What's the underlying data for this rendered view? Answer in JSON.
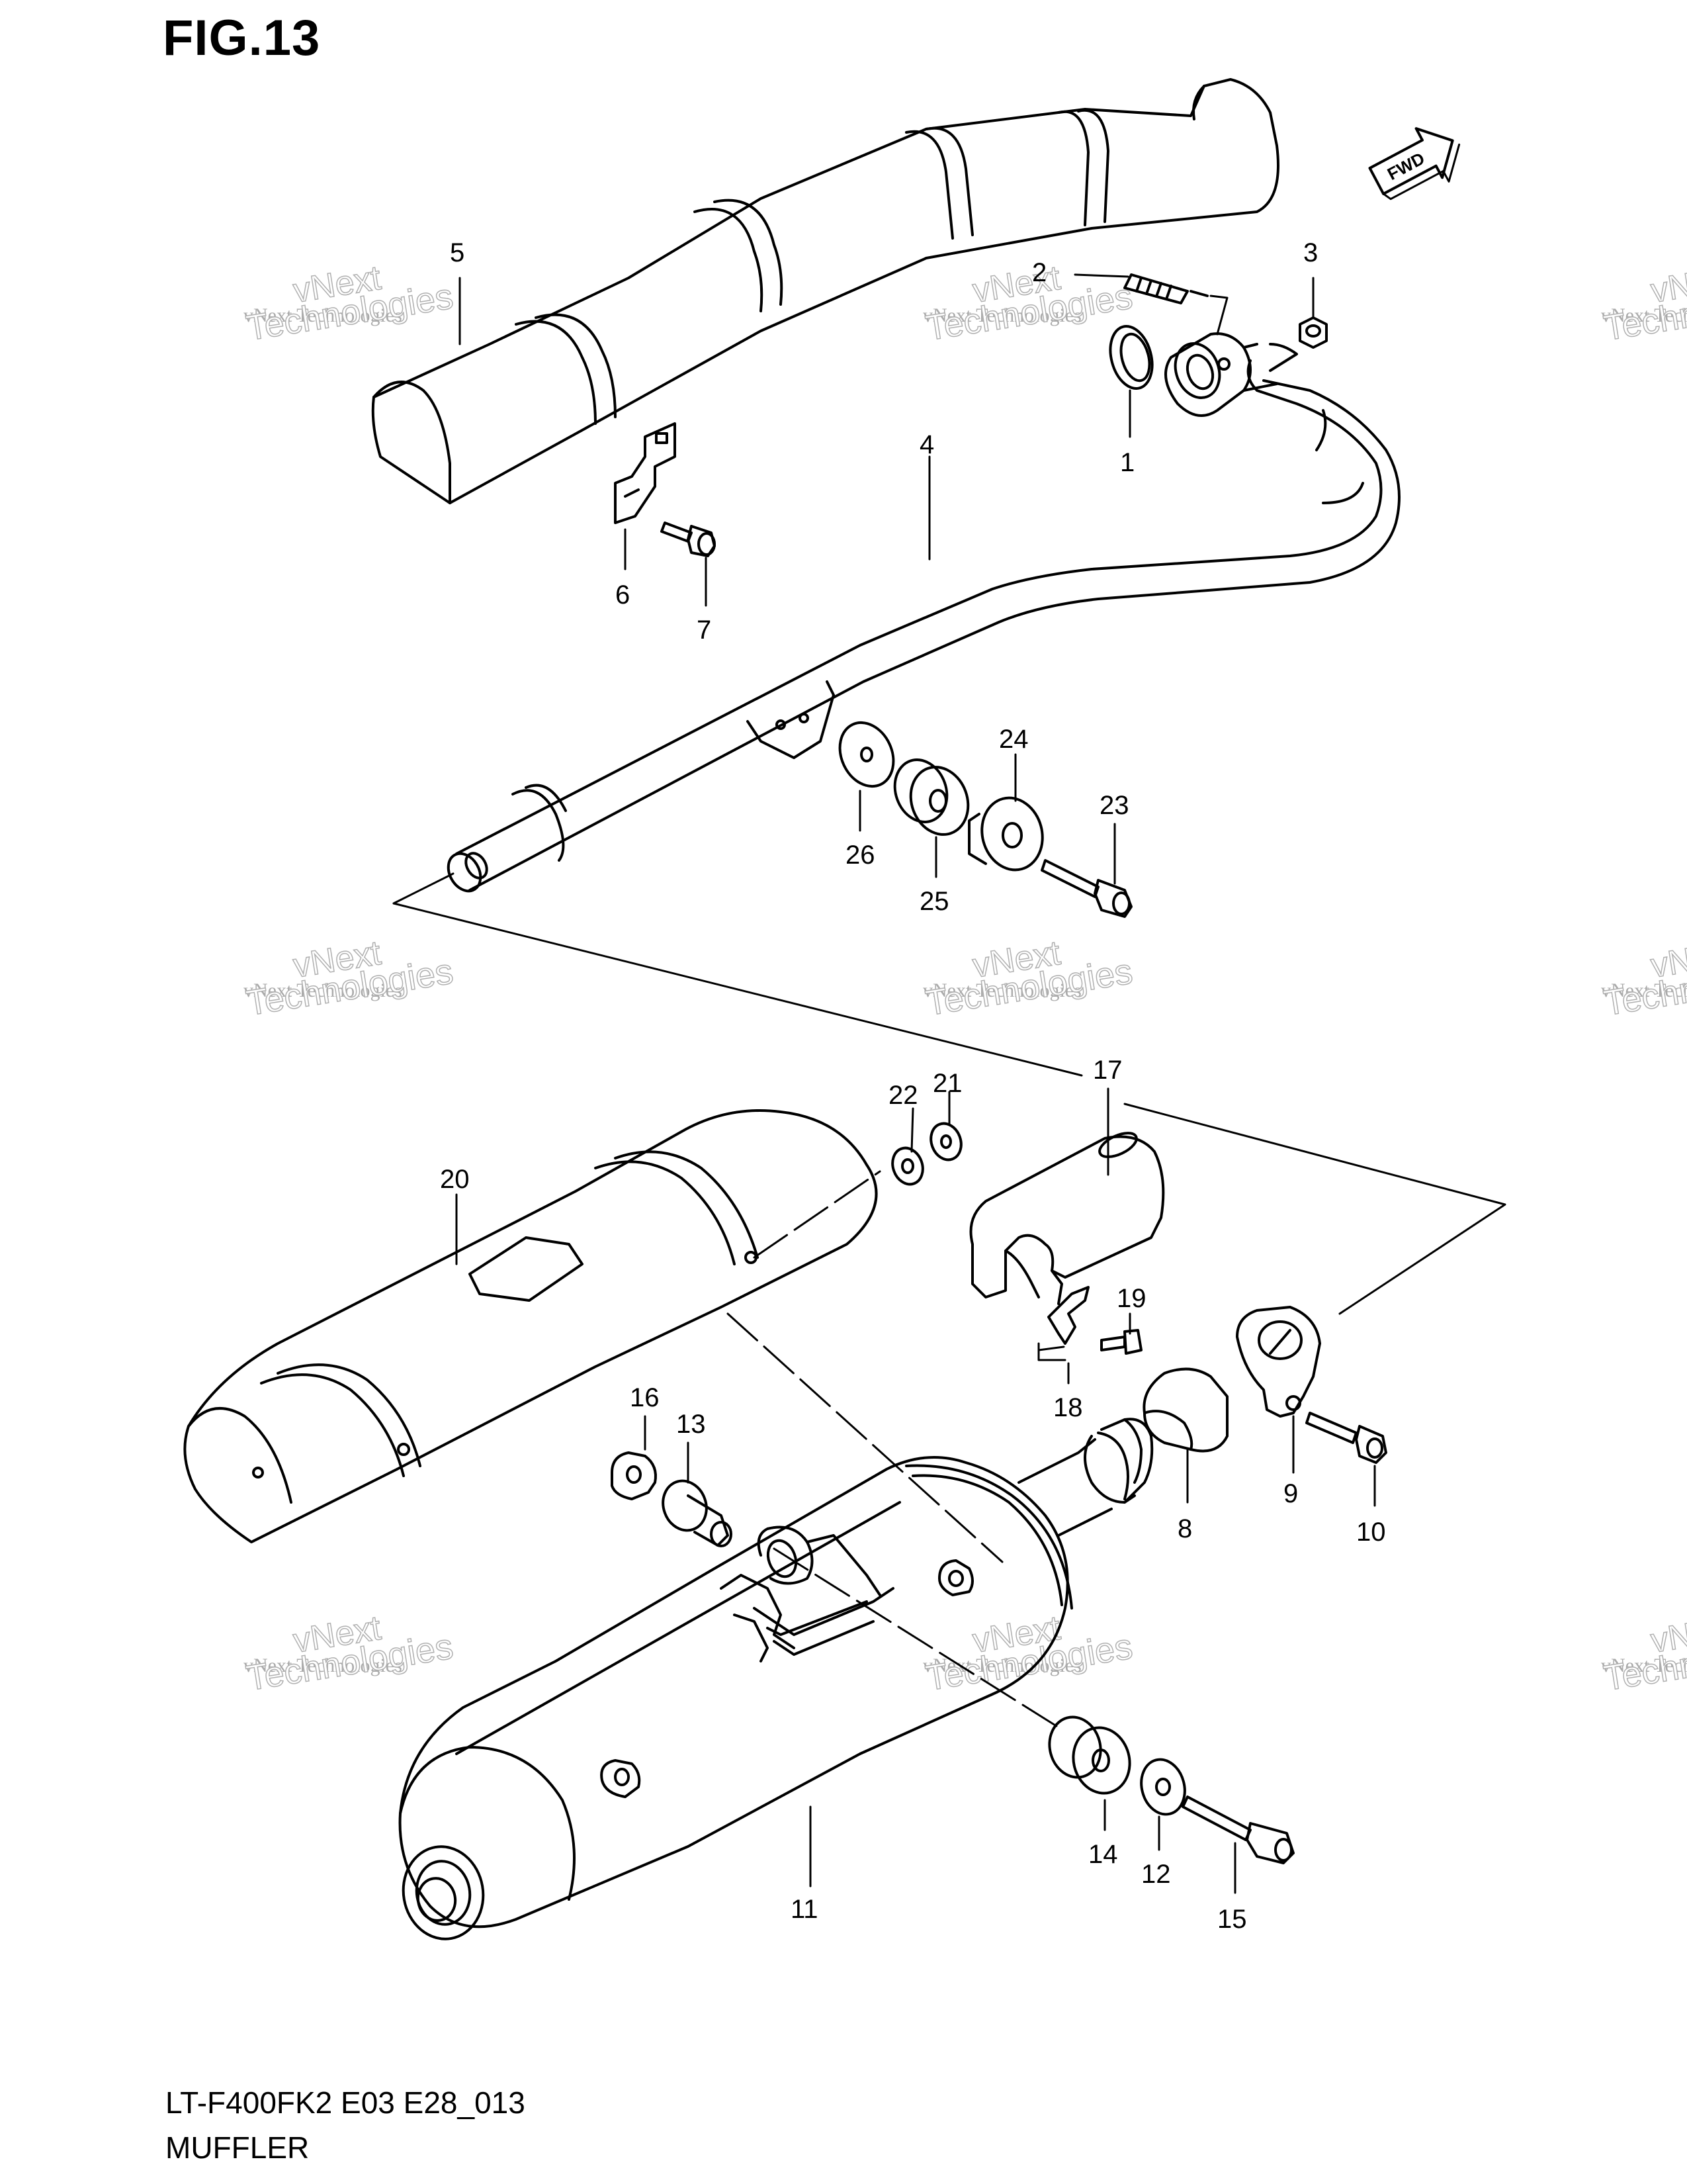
{
  "figure": {
    "title": "FIG.13",
    "model_code": "LT-F400FK2 E03 E28_013",
    "name": "MUFFLER",
    "fwd_label": "FWD"
  },
  "watermark": {
    "line1": "vNext Technologies",
    "line2": "Technologies",
    "line0": "vNext"
  },
  "callouts": [
    "1",
    "2",
    "3",
    "4",
    "5",
    "6",
    "7",
    "8",
    "9",
    "10",
    "11",
    "12",
    "13",
    "14",
    "15",
    "16",
    "17",
    "18",
    "19",
    "20",
    "21",
    "22",
    "23",
    "24",
    "25",
    "26"
  ]
}
